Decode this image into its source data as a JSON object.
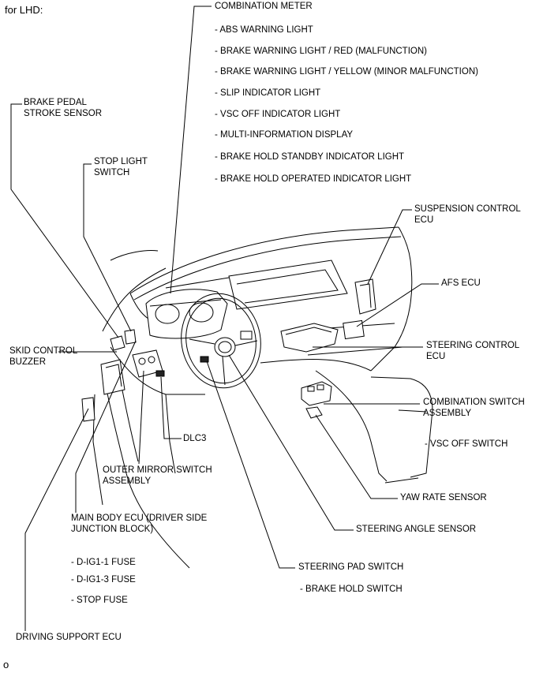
{
  "header": {
    "text": "for LHD:"
  },
  "footer": {
    "code": "o"
  },
  "combination_meter": {
    "title": "COMBINATION METER",
    "items": [
      "- ABS WARNING LIGHT",
      "- BRAKE WARNING LIGHT / RED (MALFUNCTION)",
      "- BRAKE WARNING LIGHT / YELLOW (MINOR MALFUNCTION)",
      "- SLIP INDICATOR LIGHT",
      "- VSC OFF INDICATOR LIGHT",
      "- MULTI-INFORMATION DISPLAY",
      "- BRAKE HOLD STANDBY INDICATOR LIGHT",
      "- BRAKE HOLD OPERATED INDICATOR LIGHT"
    ]
  },
  "labels": {
    "brake_pedal_stroke_sensor": "BRAKE PEDAL\nSTROKE SENSOR",
    "stop_light_switch": "STOP LIGHT\nSWITCH",
    "skid_control_buzzer": "SKID CONTROL\nBUZZER",
    "dlc3": "DLC3",
    "outer_mirror_switch": "OUTER MIRROR SWITCH\nASSEMBLY",
    "main_body_ecu": "MAIN BODY ECU (DRIVER SIDE\nJUNCTION BLOCK)",
    "driving_support_ecu": "DRIVING SUPPORT ECU",
    "suspension_control_ecu": "SUSPENSION CONTROL\nECU",
    "afs_ecu": "AFS ECU",
    "steering_control_ecu": "STEERING CONTROL\nECU",
    "combination_switch": "COMBINATION SWITCH\nASSEMBLY",
    "vsc_off_switch": "- VSC OFF SWITCH",
    "yaw_rate_sensor": "YAW RATE SENSOR",
    "steering_angle_sensor": "STEERING ANGLE SENSOR",
    "steering_pad_switch": "STEERING PAD SWITCH",
    "brake_hold_switch": "- BRAKE HOLD SWITCH"
  },
  "main_body_ecu_fuses": [
    "- D-IG1-1 FUSE",
    "- D-IG1-3 FUSE",
    "- STOP FUSE"
  ]
}
